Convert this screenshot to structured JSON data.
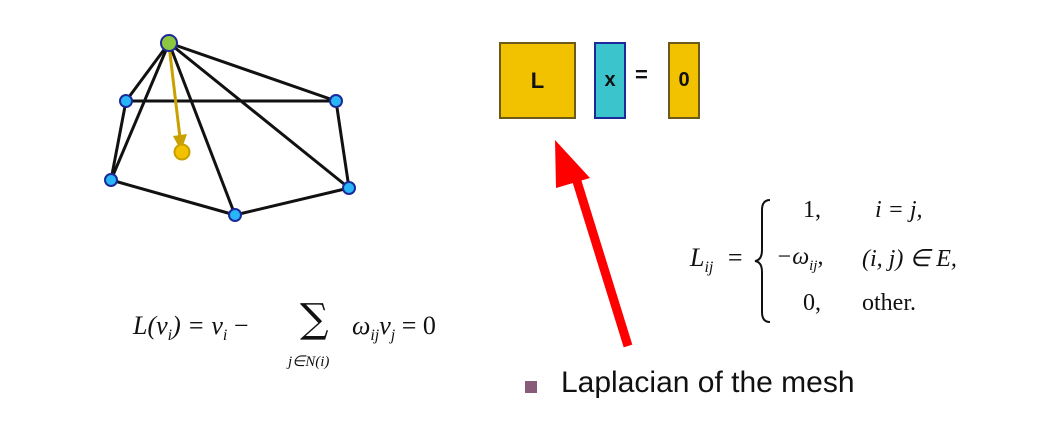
{
  "matrix_eq": {
    "L_label": "L",
    "x_label": "x",
    "equals": "=",
    "zero_label": "0"
  },
  "formula_vertex": {
    "lhs": "L(v",
    "lhs_sub": "i",
    "lhs_mid": ") = v",
    "v_sub": "i",
    "minus": " −",
    "sum_symbol": "∑",
    "sum_index": "j∈N(i)",
    "omega": "ω",
    "omega_sub": "ij",
    "vj": "v",
    "vj_sub": "j",
    "rhs": " = 0"
  },
  "formula_lij": {
    "lhs": "L",
    "lhs_sub": "ij",
    "equals": "=",
    "cases": [
      {
        "value": "1,",
        "condition": "i = j,"
      },
      {
        "value": "−ω",
        "value_sub": "ij",
        "value_suffix": ",",
        "condition": "(i, j) ∈ E,"
      },
      {
        "value": "0,",
        "condition": "other."
      }
    ]
  },
  "bullet": {
    "text": "Laplacian of the mesh"
  },
  "colors": {
    "vertex_fill": "#29b6f6",
    "vertex_stroke": "#1a2a9a",
    "center_vertex": "#8dc63f",
    "displacement": "#c8a000",
    "target_point": "#f2c200",
    "arrow": "#ff0000",
    "box_yellow": "#f2c200",
    "box_cyan": "#3cc4cc",
    "bullet": "#8a5a7a"
  }
}
